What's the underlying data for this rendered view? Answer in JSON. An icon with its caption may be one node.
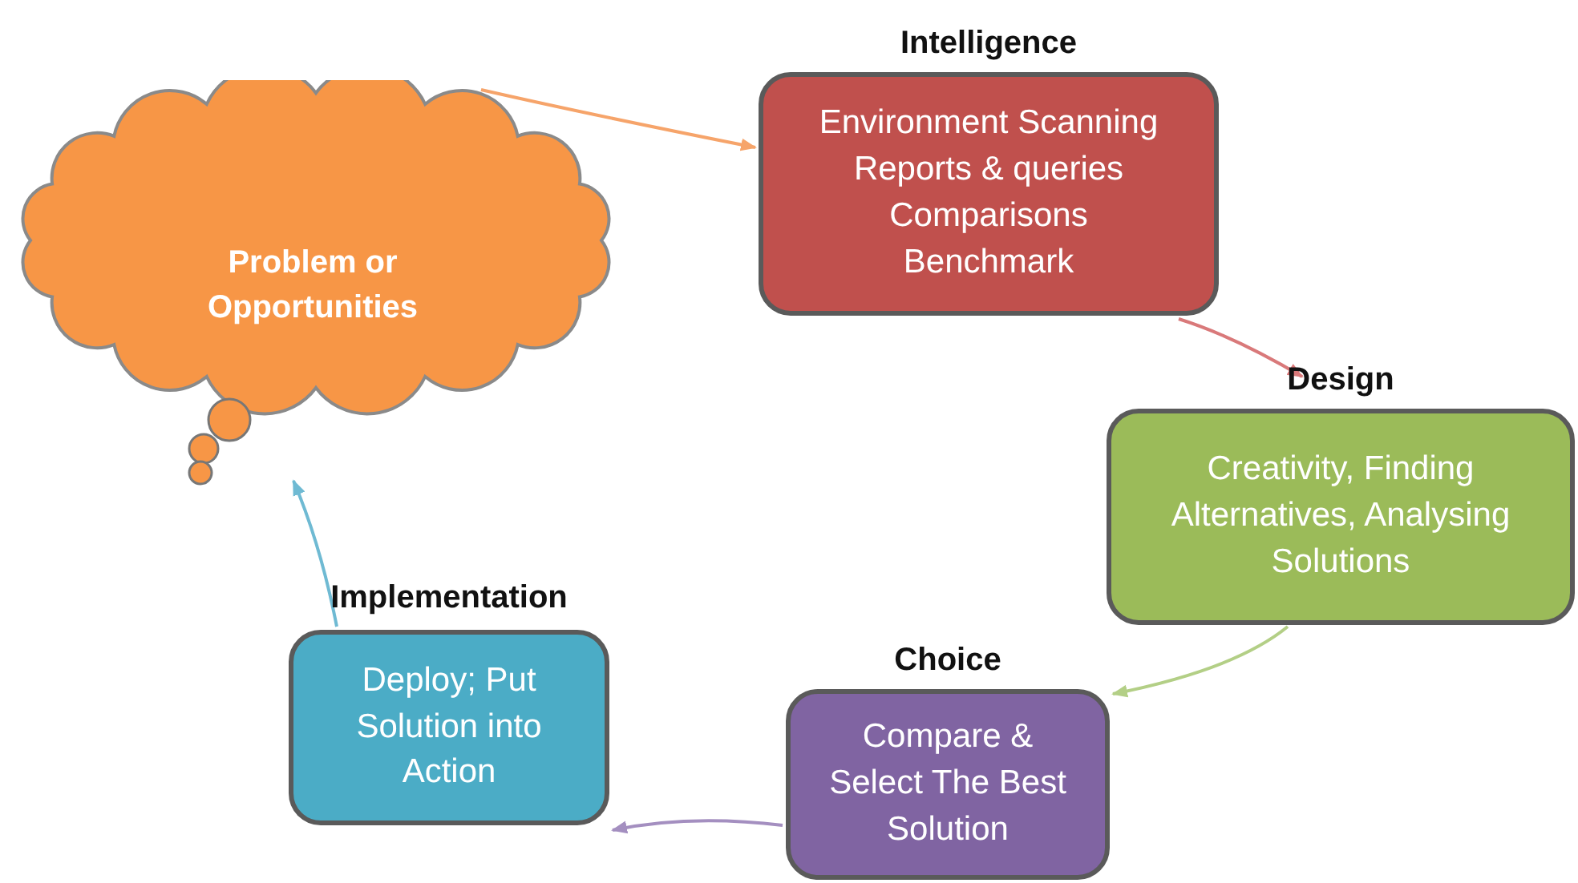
{
  "diagram": {
    "nodes": [
      {
        "text": [
          "Problem or Opportunities"
        ]
      },
      {
        "text": [
          "Intelligence",
          "Environment Scanning Reports & queries Comparisons Benchmark"
        ]
      },
      {
        "text": [
          "Design",
          "Creativity, Finding Alternatives, Analysing Solutions"
        ]
      },
      {
        "text": [
          "Choice",
          "Compare & Select The Best Solution"
        ]
      },
      {
        "text": [
          "Implementation",
          "Deploy; Put Solution into Action"
        ]
      }
    ],
    "edges": [
      {
        "from": 0,
        "to": 1,
        "arrow": "to",
        "color": "#f6a46a"
      },
      {
        "from": 1,
        "to": 2,
        "arrow": "to",
        "color": "#d9797a"
      },
      {
        "from": 2,
        "to": 3,
        "arrow": "to",
        "color": "#b3cf86"
      },
      {
        "from": 3,
        "to": 4,
        "arrow": "to",
        "color": "#a48fc0"
      },
      {
        "from": 4,
        "to": 0,
        "arrow": "to",
        "color": "#6fbad3"
      }
    ]
  }
}
